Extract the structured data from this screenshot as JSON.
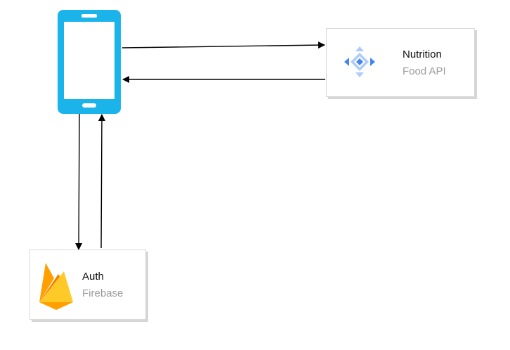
{
  "services": {
    "nutrition": {
      "title": "Nutrition",
      "subtitle": "Food API",
      "icon": "api-gateway-icon"
    },
    "auth": {
      "title": "Auth",
      "subtitle": "Firebase",
      "icon": "firebase-flame-icon"
    }
  },
  "client": {
    "icon": "mobile-phone-icon"
  },
  "colors": {
    "phone": "#1bb4ea",
    "api_icon_light": "#aecbfa",
    "api_icon_dark": "#4285f4",
    "firebase_yellow": "#ffca28",
    "firebase_amber": "#ffa000",
    "firebase_orange": "#f57c00",
    "arrow": "#000000"
  }
}
